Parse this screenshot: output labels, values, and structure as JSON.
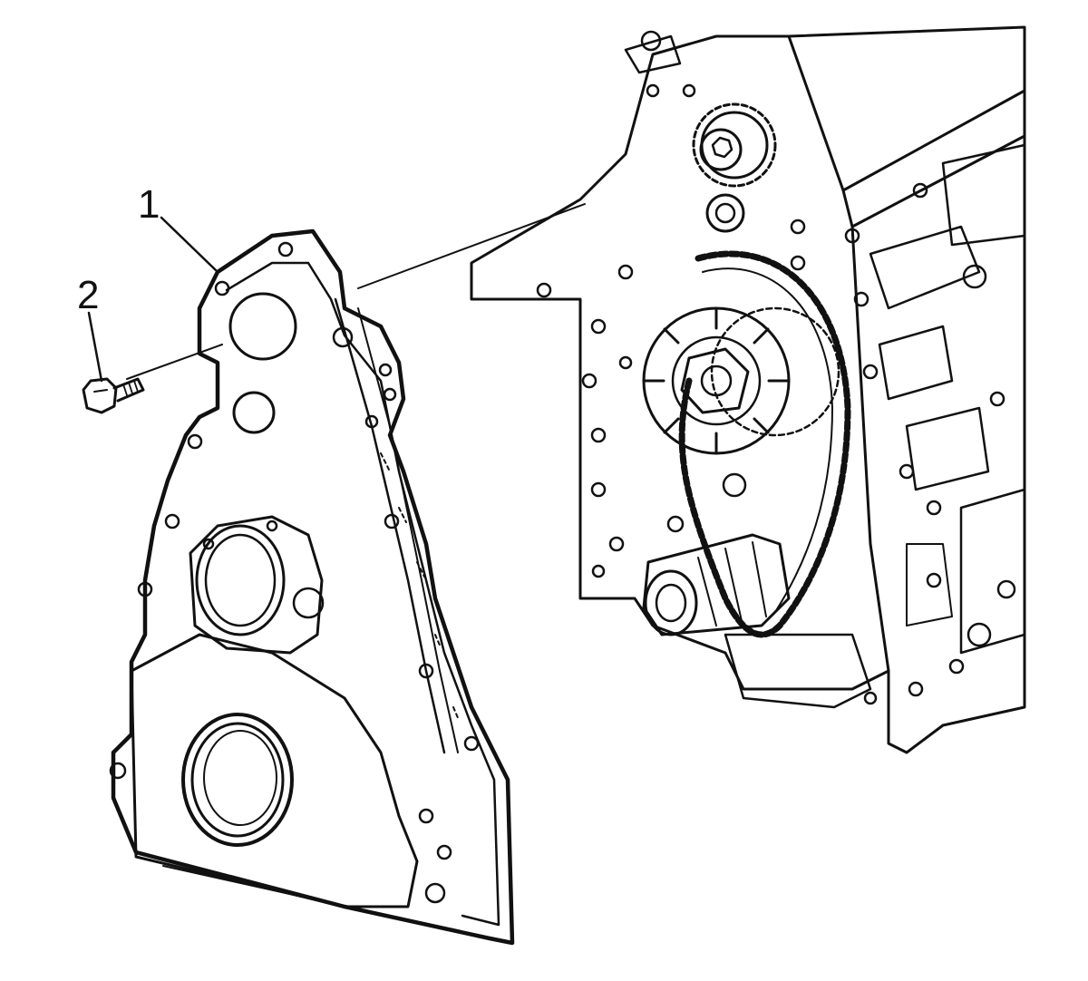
{
  "diagram": {
    "callouts": [
      {
        "id": "1",
        "label": "1"
      },
      {
        "id": "2",
        "label": "2"
      }
    ],
    "colors": {
      "ink": "#111111",
      "paper": "#ffffff"
    }
  }
}
